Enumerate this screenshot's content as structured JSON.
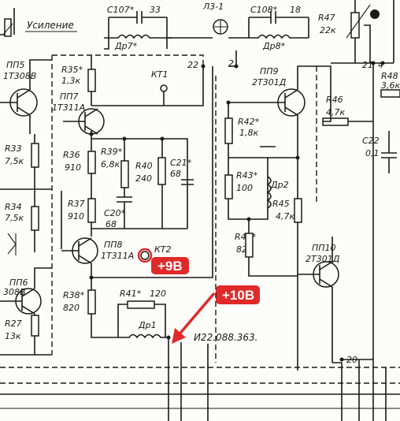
{
  "header": {
    "section_label": "Усиление",
    "c107": "C107*",
    "c107_value": "33",
    "l3": "Л3-1",
    "c108": "C108*",
    "c108_value": "18",
    "r47": "R47",
    "r47_value": "22к",
    "dr7": "Др7*",
    "dr8": "Др8*"
  },
  "nodes": {
    "n22": "22",
    "n2": "2",
    "n21": "21",
    "n4": "4",
    "n20": "20"
  },
  "components": {
    "pp5": "ПП5",
    "pp5_type": "1Т308В",
    "pp6": "ПП6",
    "pp6_type": "308В",
    "r33": "R33",
    "r33_value": "7,5к",
    "r34": "R34",
    "r34_value": "7,5к",
    "r27": "R27",
    "r27_value": "13к",
    "r35": "R35*",
    "r35_value": "1,3к",
    "pp7": "ПП7",
    "pp7_type": "1Т311А",
    "kt1": "КТ1",
    "r36": "R36",
    "r36_value": "910",
    "r39": "R39*",
    "r39_value": "6,8к",
    "r40": "R40",
    "r40_value": "240",
    "c21": "C21*",
    "c21_value": "68",
    "r37": "R37",
    "r37_value": "910",
    "c20": "C20*",
    "c20_value": "68",
    "pp8": "ПП8",
    "pp8_type": "1Т311А",
    "kt2": "КТ2",
    "r38": "R38*",
    "r38_value": "820",
    "r41": "R41*",
    "r41_value": "120",
    "dr1": "Др1",
    "pp9": "ПП9",
    "pp9_type": "2Т301Д",
    "r42": "R42*",
    "r42_value": "1,8к",
    "r43": "R43*",
    "r43_value": "100",
    "dr2": "Др2",
    "r45": "R45",
    "r45_value": "4,7к",
    "r44": "R44*",
    "r44_value": "820",
    "r46": "R46",
    "r46_value": "4,7к",
    "c22": "C22",
    "c22_value": "0,1",
    "r48": "R48",
    "r48_value": "3,6к",
    "pp10": "ПП10",
    "pp10_type": "2Т301Д",
    "doc_id": "И22.088.363."
  },
  "annotations": {
    "voltage_kt2": "+9В",
    "voltage_node": "+10В",
    "annotation_color": "#e02a2a"
  }
}
